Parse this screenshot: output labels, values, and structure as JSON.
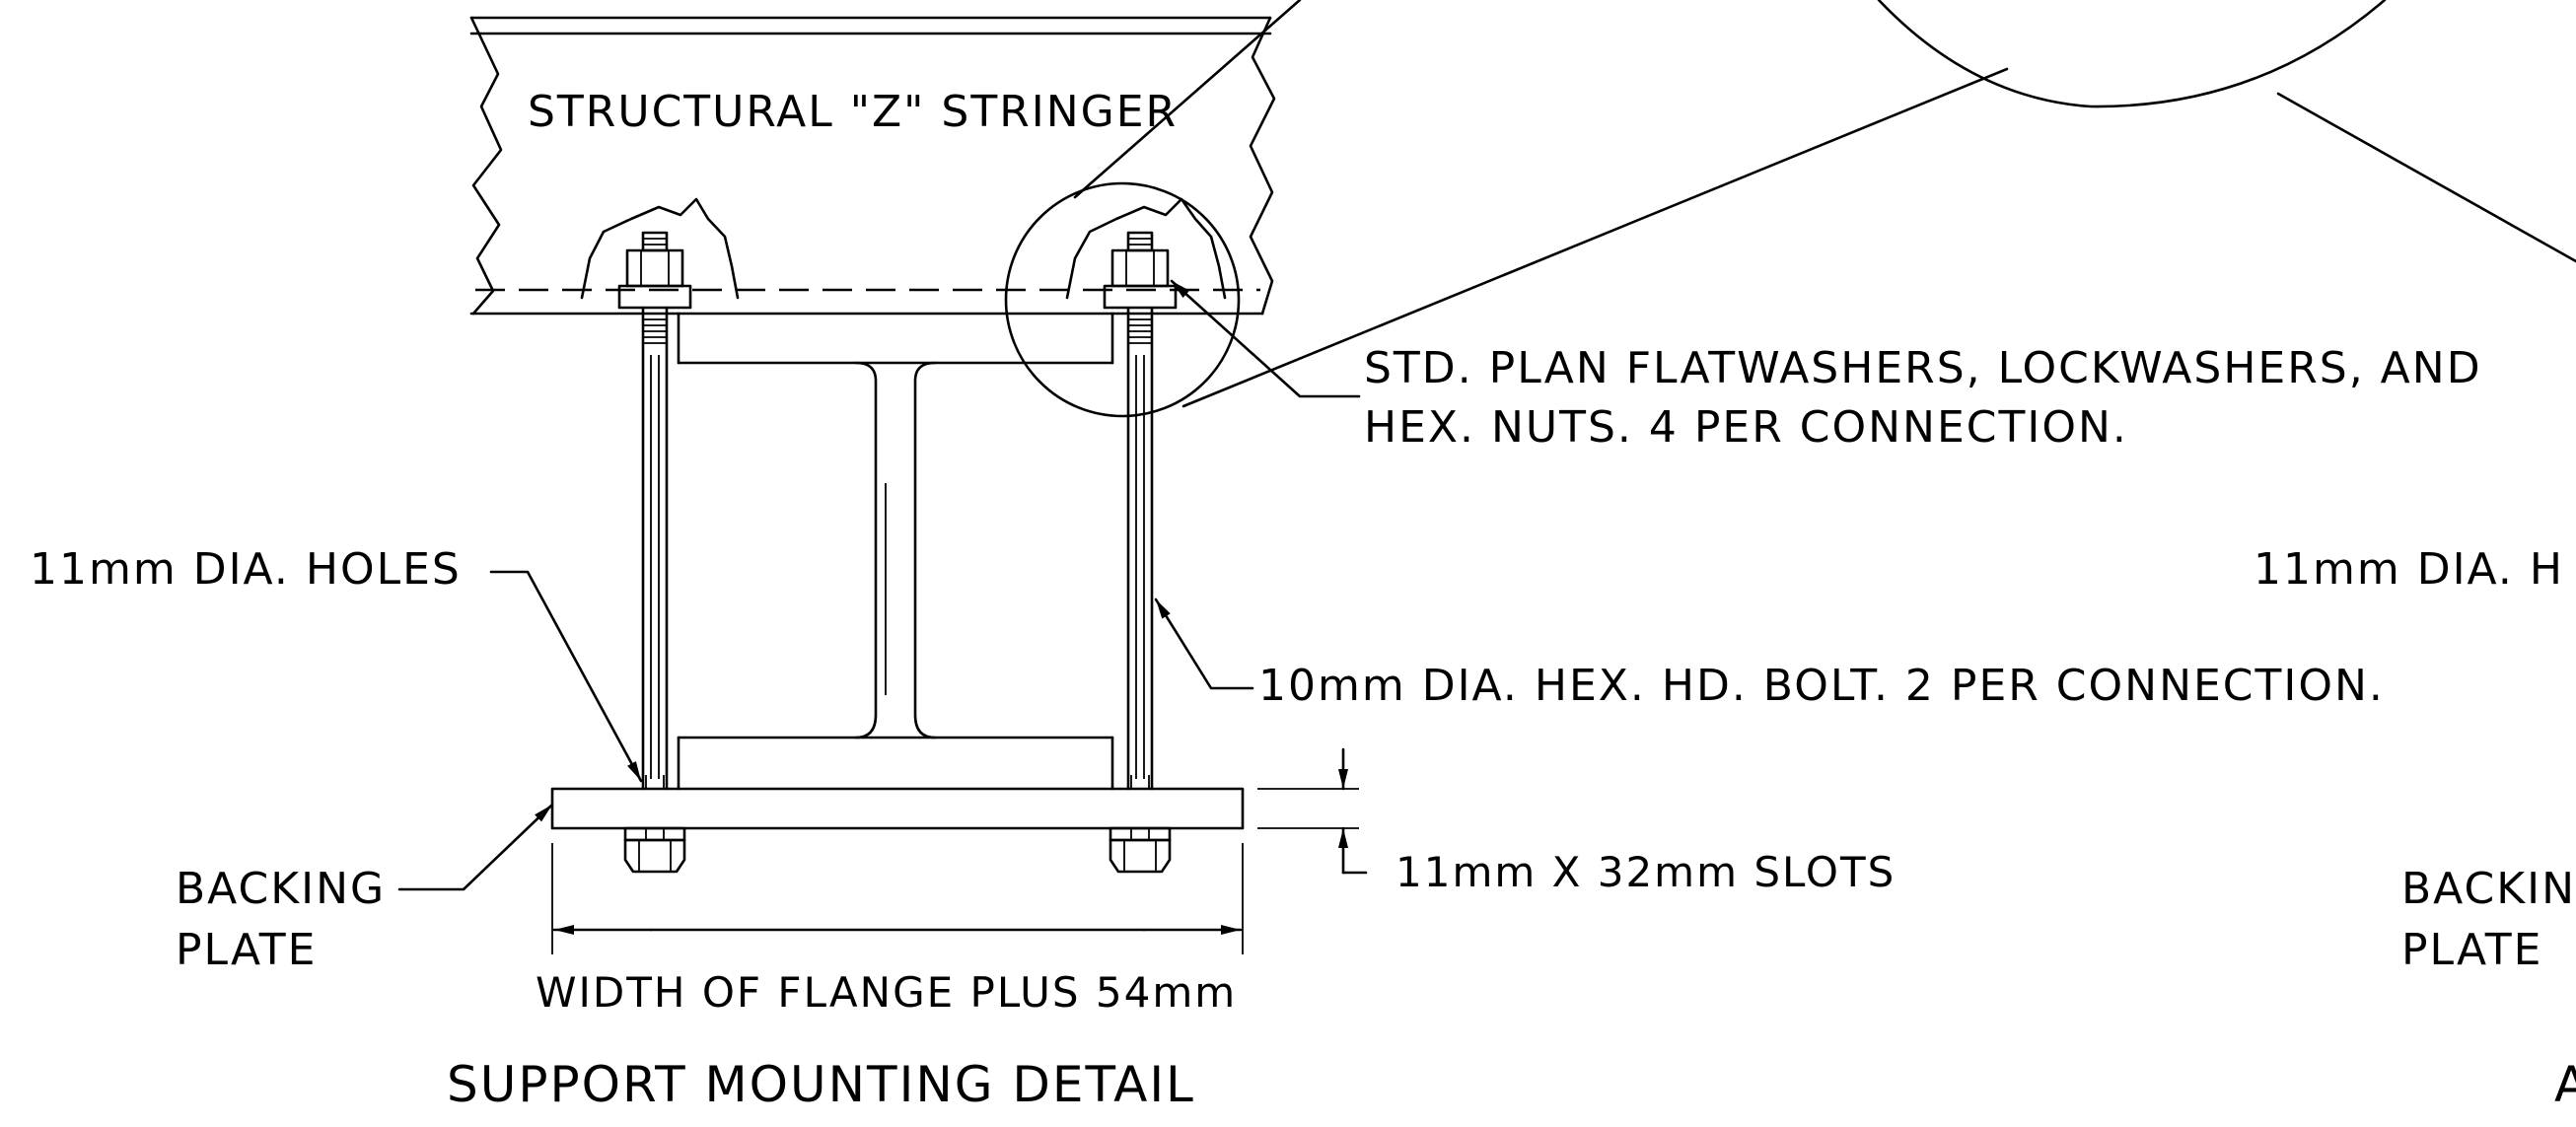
{
  "labels": {
    "stringer": "STRUCTURAL \"Z\" STRINGER",
    "hardware_line1": "STD. PLAN FLATWASHERS, LOCKWASHERS, AND",
    "hardware_line2": "HEX. NUTS. 4 PER CONNECTION.",
    "holes_left": "11mm DIA. HOLES",
    "holes_right": "11mm DIA. H",
    "bolt": "10mm DIA. HEX. HD. BOLT. 2 PER CONNECTION.",
    "backing_line1": "BACKING",
    "backing_line2": "PLATE",
    "backing_right_line1": "BACKIN",
    "backing_right_line2": "PLATE",
    "slots": "11mm X 32mm SLOTS",
    "width": "WIDTH OF FLANGE PLUS 54mm",
    "title": "SUPPORT MOUNTING DETAIL",
    "title_right_fragment": "A"
  }
}
